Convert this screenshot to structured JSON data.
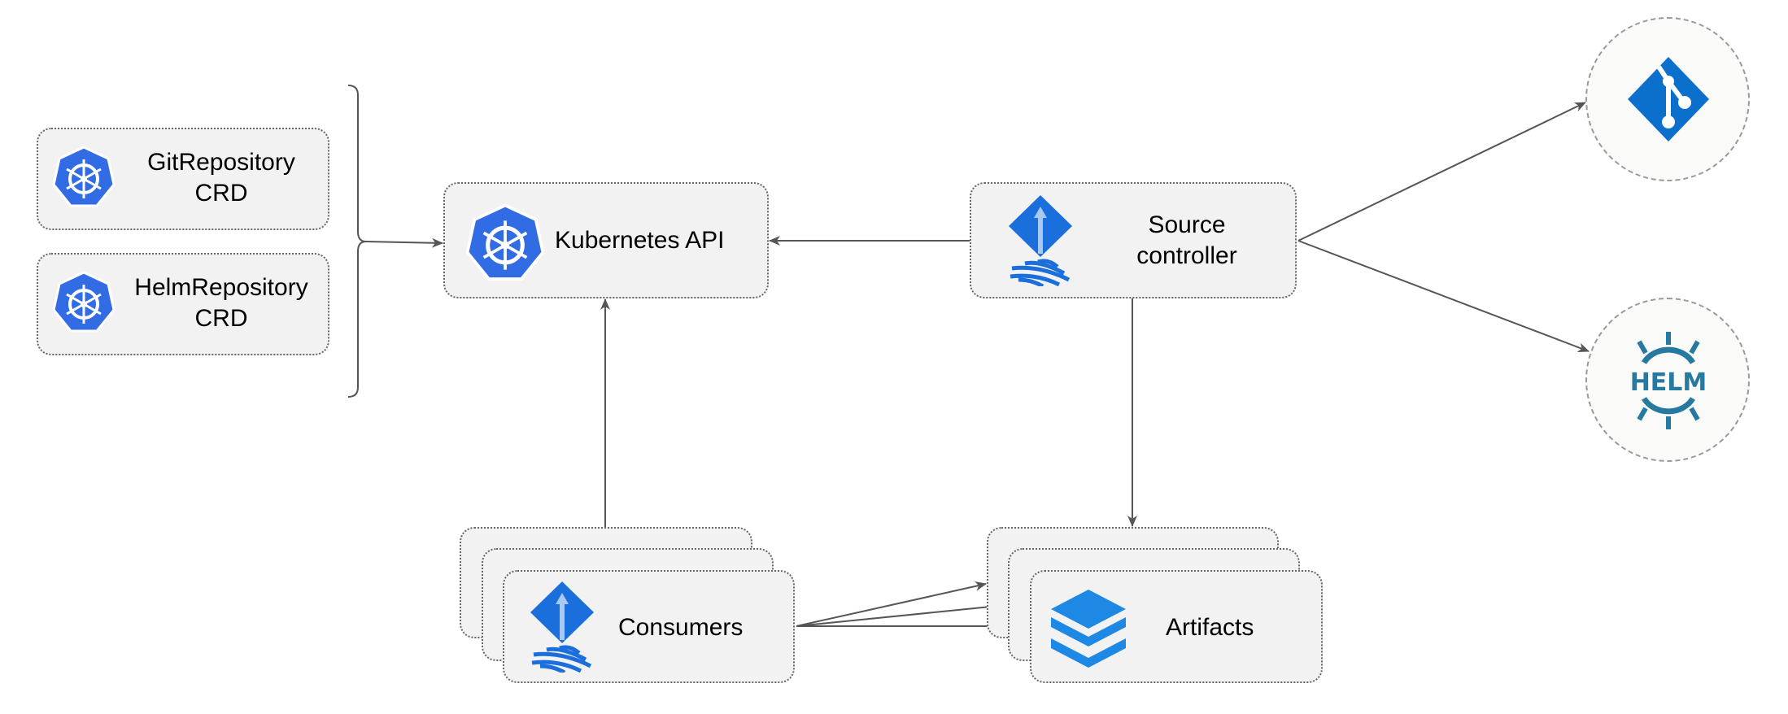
{
  "nodes": {
    "git_repository_crd": {
      "label_line1": "GitRepository",
      "label_line2": "CRD",
      "icon": "kubernetes-icon"
    },
    "helm_repository_crd": {
      "label_line1": "HelmRepository",
      "label_line2": "CRD",
      "icon": "kubernetes-icon"
    },
    "kubernetes_api": {
      "label": "Kubernetes API",
      "icon": "kubernetes-icon"
    },
    "source_controller": {
      "label_line1": "Source",
      "label_line2": "controller",
      "icon": "flux-icon"
    },
    "git": {
      "icon": "git-icon"
    },
    "helm": {
      "icon": "helm-icon",
      "logo_text": "HELM"
    },
    "consumers": {
      "label": "Consumers",
      "icon": "flux-icon"
    },
    "artifacts": {
      "label": "Artifacts",
      "icon": "layers-icon"
    }
  },
  "colors": {
    "k8s_blue": "#326ce5",
    "icon_blue": "#1a6fdc",
    "git_blue": "#0b6fcc",
    "helm_teal": "#277a9f",
    "layers_blue": "#1e88e5",
    "edge": "#555555",
    "box_fill": "#f2f2f2"
  }
}
